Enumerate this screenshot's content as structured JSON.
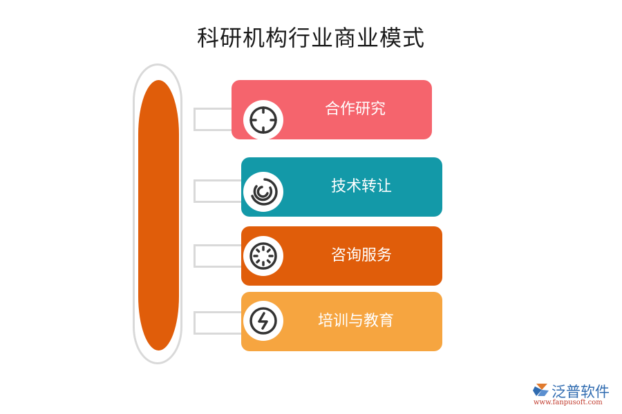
{
  "title": "科研机构行业商业模式",
  "colors": {
    "capsule": "#e05d0a",
    "capsule_border": "#d9d9d9",
    "connector": "#d9d9d9",
    "icon_stroke": "#333333"
  },
  "items": [
    {
      "label": "合作研究",
      "color": "#f5646d",
      "icon": "crosshair-icon"
    },
    {
      "label": "技术转让",
      "color": "#1399a8",
      "icon": "spiral-rings-icon"
    },
    {
      "label": "咨询服务",
      "color": "#e05d0a",
      "icon": "loading-spinner-icon"
    },
    {
      "label": "培训与教育",
      "color": "#f6a540",
      "icon": "lightning-bolt-icon"
    }
  ],
  "watermark": {
    "name": "泛普软件",
    "url": "www.fanpusoft.com"
  }
}
